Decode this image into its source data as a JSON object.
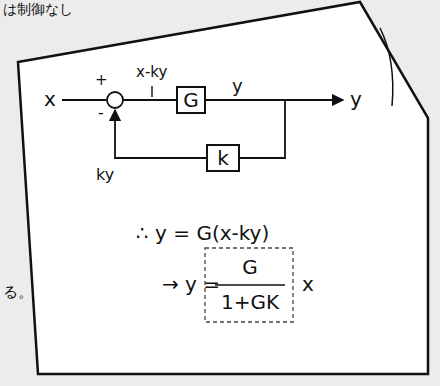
{
  "diagram": {
    "nodes": [
      {
        "text": [
          "G"
        ]
      },
      {
        "text": [
          "k"
        ]
      }
    ],
    "edges": [
      {
        "from": 0,
        "to": 1,
        "arrow": "none"
      }
    ],
    "labels": [
      "は制御なし",
      "x",
      "+",
      "x-ky",
      "-",
      "y",
      "y",
      "ky",
      "∴ y = G(x-ky)",
      "→ y =",
      "G",
      "1+GK",
      "x",
      "る。"
    ]
  }
}
